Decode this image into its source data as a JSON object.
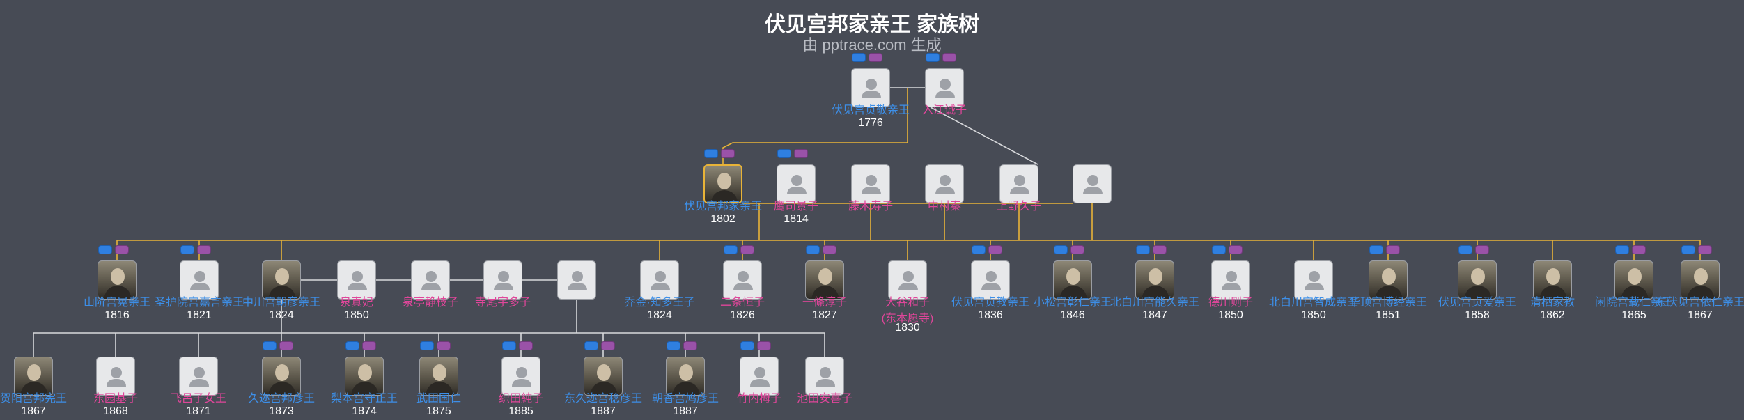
{
  "title": "伏见宫邦家亲王 家族树",
  "subtitle": "由 pptrace.com 生成",
  "colors": {
    "background": "#474b55",
    "male": "#3d8fe8",
    "female": "#e0469a",
    "line": "#e8b338"
  },
  "nodes": [
    {
      "id": "a1",
      "name": "伏见宫贞敬亲王",
      "gender": "m",
      "year": "1776",
      "badges": true
    },
    {
      "id": "a2",
      "name": "入江诚子",
      "gender": "f",
      "badges": true
    },
    {
      "id": "b1",
      "name": "伏见宫邦家亲王",
      "gender": "m",
      "year": "1802",
      "photo": true,
      "selected": true,
      "badges": true
    },
    {
      "id": "b2",
      "name": "鹰司景子",
      "gender": "f",
      "year": "1814",
      "badges": true
    },
    {
      "id": "b3",
      "name": "藤木寿子",
      "gender": "f"
    },
    {
      "id": "b4",
      "name": "中村秦",
      "gender": "f"
    },
    {
      "id": "b5",
      "name": "上野久子",
      "gender": "f"
    },
    {
      "id": "b6",
      "name": "",
      "gender": "f"
    },
    {
      "id": "c1",
      "name": "山阶宫晃亲王",
      "gender": "m",
      "year": "1816",
      "photo": true,
      "badges": true
    },
    {
      "id": "c2",
      "name": "圣护院宫嘉言亲王",
      "gender": "m",
      "year": "1821",
      "badges": true
    },
    {
      "id": "c3",
      "name": "中川宫朝彦亲王",
      "gender": "m",
      "year": "1824",
      "photo": true
    },
    {
      "id": "c4",
      "name": "泉真妃",
      "gender": "f",
      "year": "1850"
    },
    {
      "id": "c5",
      "name": "泉亭静枝子",
      "gender": "f"
    },
    {
      "id": "c6",
      "name": "寺尾宇多子",
      "gender": "f"
    },
    {
      "id": "c7",
      "name": "",
      "gender": "f"
    },
    {
      "id": "c8",
      "name": "乔金·知多王子",
      "gender": "m",
      "year": "1824"
    },
    {
      "id": "c9",
      "name": "二条恒子",
      "gender": "f",
      "year": "1826",
      "badges": true
    },
    {
      "id": "c10",
      "name": "一條淳子",
      "gender": "f",
      "year": "1827",
      "photo": true,
      "badges": true
    },
    {
      "id": "c11",
      "name": "大谷和子",
      "name2": "(东本愿寺)",
      "gender": "f",
      "year": "1830"
    },
    {
      "id": "c12",
      "name": "伏见宫贞教亲王",
      "gender": "m",
      "year": "1836",
      "badges": true
    },
    {
      "id": "c13",
      "name": "小松宫彰仁亲王",
      "gender": "m",
      "year": "1846",
      "photo": true,
      "badges": true
    },
    {
      "id": "c14",
      "name": "北白川宫能久亲王",
      "gender": "m",
      "year": "1847",
      "photo": true,
      "badges": true
    },
    {
      "id": "c15",
      "name": "德川则子",
      "gender": "f",
      "year": "1850",
      "badges": true
    },
    {
      "id": "c16",
      "name": "北白川宫智成亲王",
      "gender": "m",
      "year": "1850"
    },
    {
      "id": "c17",
      "name": "华顶宫博经亲王",
      "gender": "m",
      "year": "1851",
      "photo": true,
      "badges": true
    },
    {
      "id": "c18",
      "name": "伏见宫贞爱亲王",
      "gender": "m",
      "year": "1858",
      "photo": true,
      "badges": true
    },
    {
      "id": "c19",
      "name": "清栖家教",
      "gender": "m",
      "year": "1862",
      "photo": true
    },
    {
      "id": "c20",
      "name": "闲院宫载仁亲王",
      "gender": "m",
      "year": "1865",
      "photo": true,
      "badges": true
    },
    {
      "id": "c21",
      "name": "东伏见宫依仁亲王",
      "gender": "m",
      "year": "1867",
      "photo": true,
      "badges": true
    },
    {
      "id": "d1",
      "name": "贺阳宫邦宪王",
      "gender": "m",
      "year": "1867",
      "photo": true
    },
    {
      "id": "d2",
      "name": "东园基子",
      "gender": "f",
      "year": "1868"
    },
    {
      "id": "d3",
      "name": "飞呂子女王",
      "gender": "f",
      "year": "1871"
    },
    {
      "id": "d4",
      "name": "久迩宫邦彦王",
      "gender": "m",
      "year": "1873",
      "photo": true,
      "badges": true
    },
    {
      "id": "d5",
      "name": "梨本宫守正王",
      "gender": "m",
      "year": "1874",
      "photo": true,
      "badges": true
    },
    {
      "id": "d6",
      "name": "武田国仁",
      "gender": "m",
      "year": "1875",
      "photo": true,
      "badges": true
    },
    {
      "id": "d7",
      "name": "织田純子",
      "gender": "f",
      "year": "1885",
      "badges": true
    },
    {
      "id": "d8",
      "name": "东久迩宫稔彦王",
      "gender": "m",
      "year": "1887",
      "photo": true,
      "badges": true
    },
    {
      "id": "d9",
      "name": "朝香宫鸠彦王",
      "gender": "m",
      "year": "1887",
      "photo": true,
      "badges": true
    },
    {
      "id": "d10",
      "name": "竹内栂子",
      "gender": "f",
      "badges": true
    },
    {
      "id": "d11",
      "name": "池田安喜子",
      "gender": "f"
    }
  ]
}
